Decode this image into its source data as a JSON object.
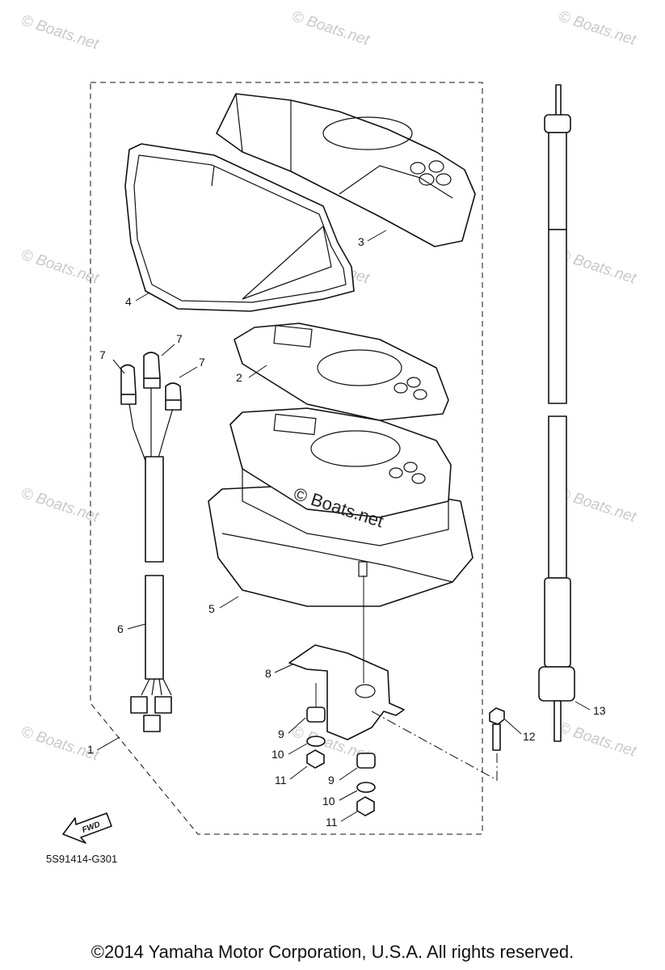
{
  "watermarks": [
    "© Boats.net",
    "© Boats.net",
    "© Boats.net",
    "© Boats.net",
    "© Boats.net",
    "© Boats.net",
    "© Boats.net",
    "© Boats.net",
    "© Boats.net",
    "© Boats.net",
    "© Boats.net"
  ],
  "center_watermark": "© Boats.net",
  "callouts": [
    "1",
    "2",
    "3",
    "4",
    "5",
    "6",
    "7",
    "7",
    "7",
    "8",
    "9",
    "9",
    "10",
    "10",
    "11",
    "11",
    "12",
    "13"
  ],
  "fwd_label": "FWD",
  "diagram_code": "5S91414-G301",
  "copyright": "©2014 Yamaha Motor Corporation, U.S.A. All rights reserved."
}
